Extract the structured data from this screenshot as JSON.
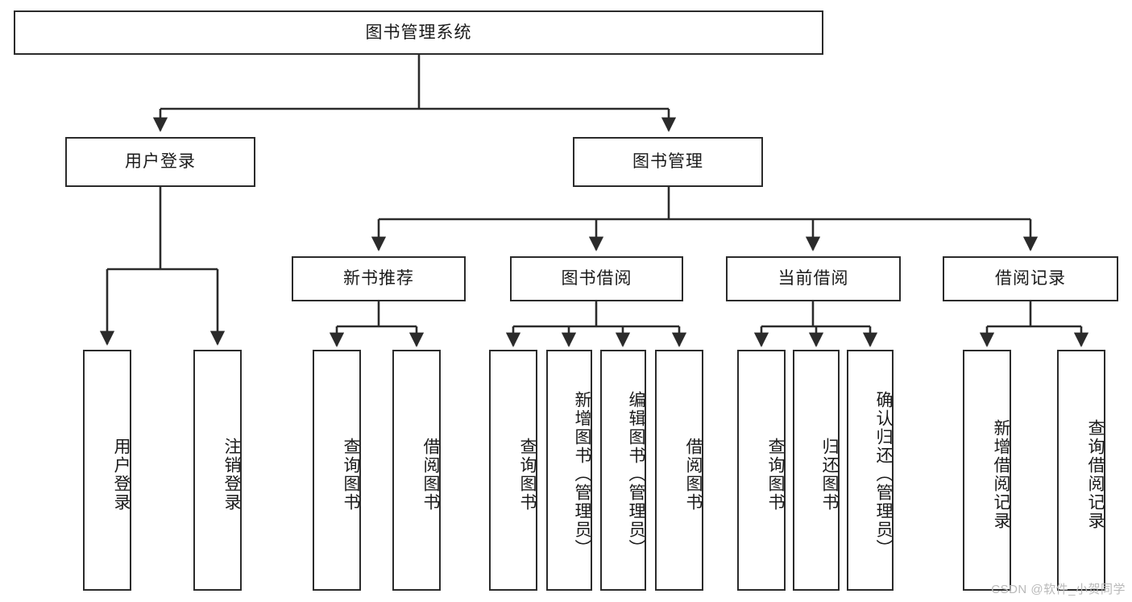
{
  "diagram": {
    "title": "图书管理系统",
    "type": "tree-structure-chart",
    "colors": {
      "stroke": "#2b2b2b",
      "fill": "#ffffff",
      "text": "#1a1a1a",
      "watermark": "#b9b9b9"
    },
    "watermark": "CSDN @软件_小贺同学"
  },
  "nodes": {
    "root": {
      "label": "图书管理系统"
    },
    "level2": [
      {
        "id": "user-login",
        "label": "用户登录"
      },
      {
        "id": "book-manage",
        "label": "图书管理"
      }
    ],
    "level3": [
      {
        "id": "new-book-recommend",
        "label": "新书推荐"
      },
      {
        "id": "book-borrow",
        "label": "图书借阅"
      },
      {
        "id": "current-borrow",
        "label": "当前借阅"
      },
      {
        "id": "borrow-record",
        "label": "借阅记录"
      }
    ],
    "leaves": {
      "user_login": [
        {
          "id": "leaf-user-login",
          "label": "用户登录"
        },
        {
          "id": "leaf-logout-login",
          "label": "注销登录"
        }
      ],
      "new_book_recommend": [
        {
          "id": "leaf-query-book-1",
          "label": "查询图书"
        },
        {
          "id": "leaf-borrow-book-1",
          "label": "借阅图书"
        }
      ],
      "book_borrow": [
        {
          "id": "leaf-query-book-2",
          "label": "查询图书"
        },
        {
          "id": "leaf-add-book",
          "label": "新增图书（管理员）"
        },
        {
          "id": "leaf-edit-book",
          "label": "编辑图书（管理员）"
        },
        {
          "id": "leaf-borrow-book-2",
          "label": "借阅图书"
        }
      ],
      "current_borrow": [
        {
          "id": "leaf-query-book-3",
          "label": "查询图书"
        },
        {
          "id": "leaf-return-book",
          "label": "归还图书"
        },
        {
          "id": "leaf-confirm-return",
          "label": "确认归还（管理员）"
        }
      ],
      "borrow_record": [
        {
          "id": "leaf-add-record",
          "label": "新增借阅记录"
        },
        {
          "id": "leaf-query-record",
          "label": "查询借阅记录"
        }
      ]
    }
  }
}
